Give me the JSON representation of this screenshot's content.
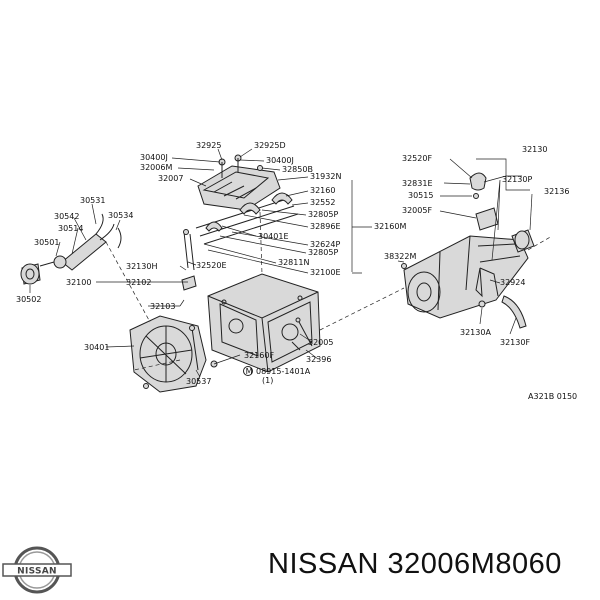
{
  "labels": {
    "l32925": "32925",
    "l32925D": "32925D",
    "l30400J_l": "30400J",
    "l30400J_r": "30400J",
    "l32006M": "32006M",
    "l32850B": "32850B",
    "l32007": "32007",
    "l31932N": "31932N",
    "l32160": "32160",
    "l32552": "32552",
    "l32805P_a": "32805P",
    "l32896E": "32896E",
    "l32160M": "32160M",
    "l30401E": "30401E",
    "l32624P": "32624P",
    "l32805P_b": "32805P",
    "l32811N": "32811N",
    "l32100E": "32100E",
    "l32520E": "32520E",
    "l32130H": "32130H",
    "l32102": "32102",
    "l32100": "32100",
    "l32103": "32103",
    "l30531": "30531",
    "l30542": "30542",
    "l30534": "30534",
    "l30514": "30514",
    "l30501": "30501",
    "l30502": "30502",
    "l30401": "30401",
    "l30537": "30537",
    "l32160F": "32160F",
    "l32005": "32005",
    "l32396": "32396",
    "l08915": "08915-1401A",
    "l08915q": "(1)",
    "l32520F": "32520F",
    "l32130": "32130",
    "l32831E": "32831E",
    "l32130P": "32130P",
    "l30515": "30515",
    "l32136": "32136",
    "l32005F": "32005F",
    "l38322M": "38322M",
    "l32924": "32924",
    "l32130A": "32130A",
    "l32130F": "32130F",
    "lcode": "A321B 0150"
  },
  "footer": {
    "part_number_text": "NISSAN 32006M8060",
    "logo_text": "NISSAN"
  }
}
